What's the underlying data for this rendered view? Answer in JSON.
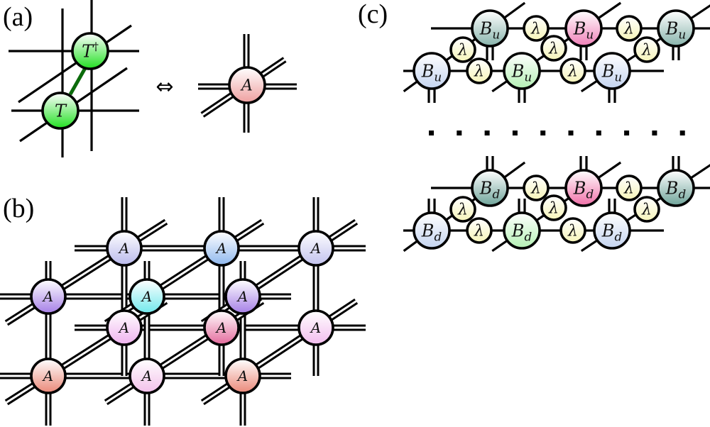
{
  "panels": {
    "a": "(a)",
    "b": "(b)",
    "c": "(c)"
  },
  "panel_a": {
    "t_dagger": {
      "label": "T",
      "sup": "†",
      "color": "#22e022"
    },
    "t": {
      "label": "T",
      "color": "#22e022"
    },
    "link_color": "#0b6b0b",
    "equiv": "⇔",
    "a": {
      "label": "A",
      "color": "#ee9f9f"
    }
  },
  "panel_b": {
    "nodes": [
      {
        "label": "A",
        "color": "#b9b9ec"
      },
      {
        "label": "A",
        "color": "#8fb8ee"
      },
      {
        "label": "A",
        "color": "#c2c2ee"
      },
      {
        "label": "A",
        "color": "#a57ee6"
      },
      {
        "label": "A",
        "color": "#6fe8ec"
      },
      {
        "label": "A",
        "color": "#a57ee6"
      },
      {
        "label": "A",
        "color": "#efb2ee"
      },
      {
        "label": "A",
        "color": "#e46a9c"
      },
      {
        "label": "A",
        "color": "#f2bcee"
      },
      {
        "label": "A",
        "color": "#ea8878"
      },
      {
        "label": "A",
        "color": "#f2c0ea"
      },
      {
        "label": "A",
        "color": "#ea8878"
      }
    ]
  },
  "panel_c": {
    "lambda": {
      "label": "λ",
      "color": "#f6f4b8"
    },
    "top": {
      "label": "B",
      "sub": "u",
      "colors": [
        "#88b4ac",
        "#f080b8",
        "#88b4ac",
        "#c4d4f0",
        "#b4f0b4",
        "#c4d4f0"
      ]
    },
    "bottom": {
      "label": "B",
      "sub": "d",
      "colors": [
        "#6fa49a",
        "#f070a8",
        "#6fa49a",
        "#c4d4f0",
        "#b4f0b4",
        "#c4d4f0"
      ]
    },
    "ellipsis_count": 10
  }
}
